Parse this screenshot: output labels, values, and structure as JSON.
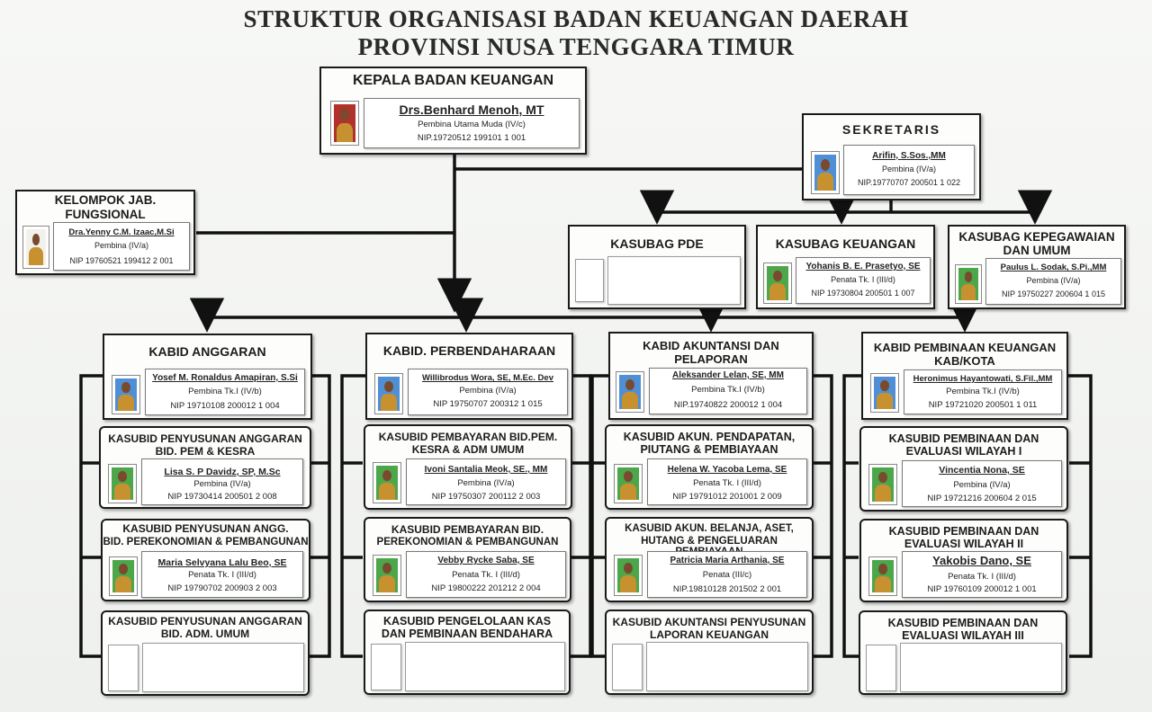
{
  "title": {
    "line1": "STRUKTUR ORGANISASI BADAN KEUANGAN DAERAH",
    "line2": "PROVINSI NUSA TENGGARA TIMUR"
  },
  "kepala": {
    "title": "KEPALA BADAN KEUANGAN",
    "name": "Drs.Benhard Menoh, MT",
    "grade": "Pembina Utama Muda (IV/c)",
    "nip": "NIP.19720512 199101 1 001"
  },
  "sekretaris": {
    "title": "SEKRETARIS",
    "name": "Arifin, S.Sos.,MM",
    "grade": "Pembina (IV/a)",
    "nip": "NIP.19770707 200501 1 022"
  },
  "fungsional": {
    "title_1": "KELOMPOK JAB.",
    "title_2": "FUNGSIONAL",
    "name": "Dra.Yenny C.M. Izaac,M.Si",
    "grade": "Pembina (IV/a)",
    "nip": "NIP 19760521 199412 2 001"
  },
  "kasubag": [
    {
      "title_1": "KASUBAG PDE",
      "title_2": "",
      "name": "",
      "grade": "",
      "nip": ""
    },
    {
      "title_1": "KASUBAG KEUANGAN",
      "title_2": "",
      "name": "Yohanis B. E. Prasetyo, SE",
      "grade": "Penata Tk. I (III/d)",
      "nip": "NIP 19730804 200501 1 007"
    },
    {
      "title_1": "KASUBAG KEPEGAWAIAN",
      "title_2": "DAN UMUM",
      "name": "Paulus L. Sodak, S.Pi.,MM",
      "grade": "Pembina (IV/a)",
      "nip": "NIP 19750227 200604 1 015"
    }
  ],
  "kabid": [
    {
      "title_1": "KABID ANGGARAN",
      "title_2": "",
      "name": "Yosef M. Ronaldus Amapiran, S.Si",
      "grade": "Pembina Tk.I (IV/b)",
      "nip": "NIP 19710108 200012 1 004",
      "subs": [
        {
          "title_1": "KASUBID PENYUSUNAN ANGGARAN",
          "title_2": "BID. PEM & KESRA",
          "name": "Lisa S. P Davidz, SP, M.Sc",
          "grade": "Pembina (IV/a)",
          "nip": "NIP 19730414 200501 2 008"
        },
        {
          "title_1": "KASUBID PENYUSUNAN ANGG.",
          "title_2": "BID. PEREKONOMIAN & PEMBANGUNAN",
          "name": "Maria Selvyana Lalu Beo, SE",
          "grade": "Penata Tk. I (III/d)",
          "nip": "NIP 19790702 200903 2 003"
        },
        {
          "title_1": "KASUBID PENYUSUNAN ANGGARAN",
          "title_2": "BID. ADM. UMUM",
          "name": "",
          "grade": "",
          "nip": ""
        }
      ]
    },
    {
      "title_1": "KABID. PERBENDAHARAAN",
      "title_2": "",
      "name": "Willibrodus Wora, SE, M.Ec. Dev",
      "grade": "Pembina (IV/a)",
      "nip": "NIP 19750707 200312 1 015",
      "subs": [
        {
          "title_1": "KASUBID PEMBAYARAN BID.PEM.",
          "title_2": "KESRA & ADM UMUM",
          "name": "Ivoni Santalia Meok, SE., MM",
          "grade": "Pembina (IV/a)",
          "nip": "NIP 19750307 200112 2 003"
        },
        {
          "title_1": "KASUBID PEMBAYARAN BID.",
          "title_2": "PEREKONOMIAN & PEMBANGUNAN",
          "name": "Vebby Rycke Saba, SE",
          "grade": "Penata Tk. I (III/d)",
          "nip": "NIP 19800222 201212 2 004"
        },
        {
          "title_1": "KASUBID PENGELOLAAN KAS",
          "title_2": "DAN PEMBINAAN BENDAHARA",
          "name": "",
          "grade": "",
          "nip": ""
        }
      ]
    },
    {
      "title_1": "KABID AKUNTANSI DAN",
      "title_2": "PELAPORAN",
      "name": "Aleksander Lelan, SE, MM",
      "grade": "Pembina Tk.I (IV/b)",
      "nip": "NIP.19740822 200012 1 004",
      "subs": [
        {
          "title_1": "KASUBID AKUN. PENDAPATAN,",
          "title_2": "PIUTANG & PEMBIAYAAN",
          "name": "Helena W. Yacoba Lema, SE",
          "grade": "Penata Tk. I (III/d)",
          "nip": "NIP 19791012 201001 2 009"
        },
        {
          "title_1": "KASUBID AKUN. BELANJA, ASET,",
          "title_2": "HUTANG & PENGELUARAN PEMBIAYAAN",
          "name": "Patricia Maria Arthania, SE",
          "grade": "Penata (III/c)",
          "nip": "NIP.19810128 201502 2 001"
        },
        {
          "title_1": "KASUBID AKUNTANSI PENYUSUNAN",
          "title_2": "LAPORAN KEUANGAN",
          "name": "",
          "grade": "",
          "nip": ""
        }
      ]
    },
    {
      "title_1": "KABID PEMBINAAN KEUANGAN",
      "title_2": "KAB/KOTA",
      "name": "Heronimus Hayantowati, S.Fil.,MM",
      "grade": "Pembina Tk.I (IV/b)",
      "nip": "NIP 19721020 200501 1 011",
      "subs": [
        {
          "title_1": "KASUBID PEMBINAAN DAN",
          "title_2": "EVALUASI WILAYAH I",
          "name": "Vincentia Nona, SE",
          "grade": "Pembina (IV/a)",
          "nip": "NIP 19721216 200604 2 015"
        },
        {
          "title_1": "KASUBID PEMBINAAN DAN",
          "title_2": "EVALUASI WILAYAH II",
          "name": "Yakobis Dano, SE",
          "grade": "Penata Tk. I (III/d)",
          "nip": "NIP 19760109 200012 1 001"
        },
        {
          "title_1": "KASUBID PEMBINAAN DAN",
          "title_2": "EVALUASI WILAYAH III",
          "name": "",
          "grade": "",
          "nip": ""
        }
      ]
    }
  ]
}
